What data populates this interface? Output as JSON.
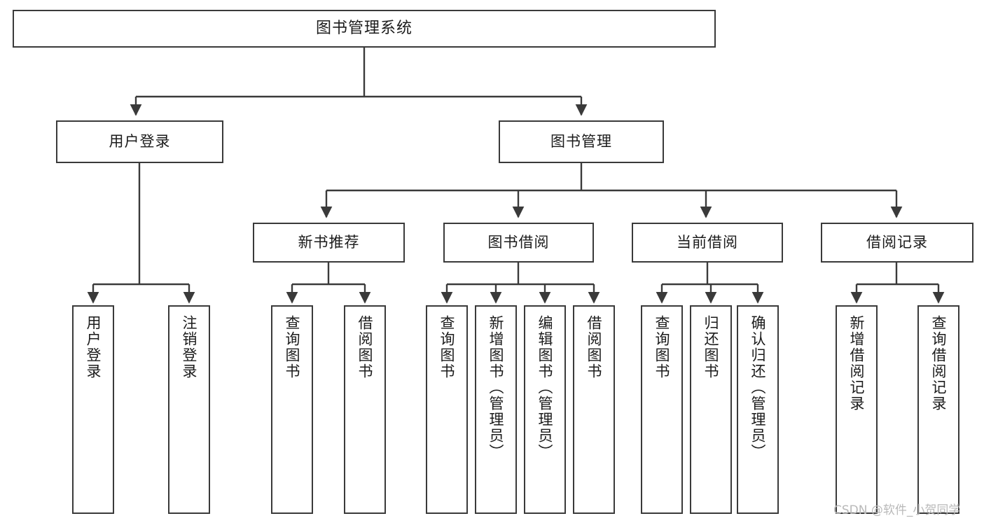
{
  "diagram": {
    "title": "图书管理系统",
    "type": "hierarchy-tree",
    "watermark": "CSDN @软件_小贺同学",
    "colors": {
      "stroke": "#3a3a3a",
      "fill": "#ffffff",
      "text": "#1b1b1b",
      "watermark": "#b9b9b9",
      "background": "#ffffff"
    }
  },
  "nodes": {
    "root": {
      "label": "图书管理系统"
    },
    "level2": [
      {
        "label": "用户登录"
      },
      {
        "label": "图书管理"
      }
    ],
    "level3": [
      {
        "label": "新书推荐"
      },
      {
        "label": "图书借阅"
      },
      {
        "label": "当前借阅"
      },
      {
        "label": "借阅记录"
      }
    ],
    "leaves": {
      "user_login": [
        {
          "label": "用户登录"
        },
        {
          "label": "注销登录"
        }
      ],
      "new_book_recommend": [
        {
          "label": "查询图书"
        },
        {
          "label": "借阅图书"
        }
      ],
      "book_borrow": [
        {
          "label": "查询图书"
        },
        {
          "label": "新增图书（管理员）"
        },
        {
          "label": "编辑图书（管理员）"
        },
        {
          "label": "借阅图书"
        }
      ],
      "current_borrow": [
        {
          "label": "查询图书"
        },
        {
          "label": "归还图书"
        },
        {
          "label": "确认归还（管理员）"
        }
      ],
      "borrow_records": [
        {
          "label": "新增借阅记录"
        },
        {
          "label": "查询借阅记录"
        }
      ]
    }
  }
}
